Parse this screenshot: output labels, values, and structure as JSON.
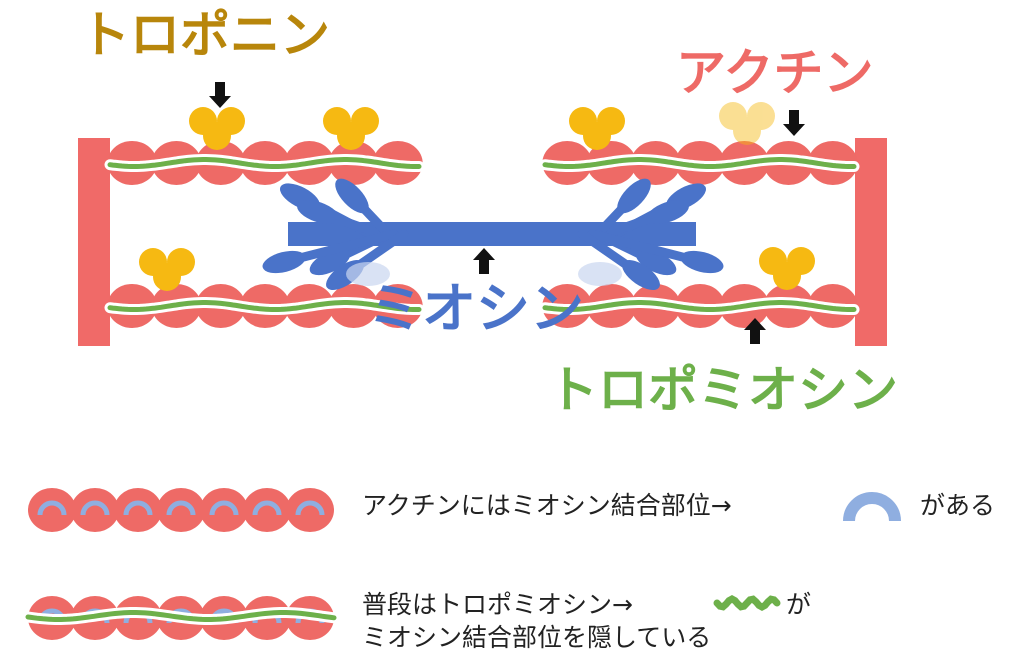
{
  "labels": {
    "troponin": "トロポニン",
    "actin": "アクチン",
    "myosin": "ミオシン",
    "tropomyosin": "トロポミオシン"
  },
  "legend": {
    "actin_prefix": "アクチンにはミオシン結合部位→",
    "actin_suffix": "がある",
    "tropo_line1_prefix": "普段はトロポミオシン→",
    "tropo_line1_suffix": "が",
    "tropo_line2": "ミオシン結合部位を隠している"
  },
  "colors": {
    "actin_red": "#ee6a66",
    "z_line": "#f06a68",
    "tropomyosin_green": "#6db04a",
    "troponin_yellow": "#f6b912",
    "myosin_blue": "#4a73c9",
    "binding_site_blue": "#8faee0",
    "troponin_label": "#b8860b",
    "actin_label": "#ee6a66",
    "myosin_label": "#4a73c9",
    "tropomyosin_label": "#6db04a",
    "arrow": "#111111"
  },
  "icons": [
    "down-arrow-icon",
    "up-arrow-icon"
  ]
}
